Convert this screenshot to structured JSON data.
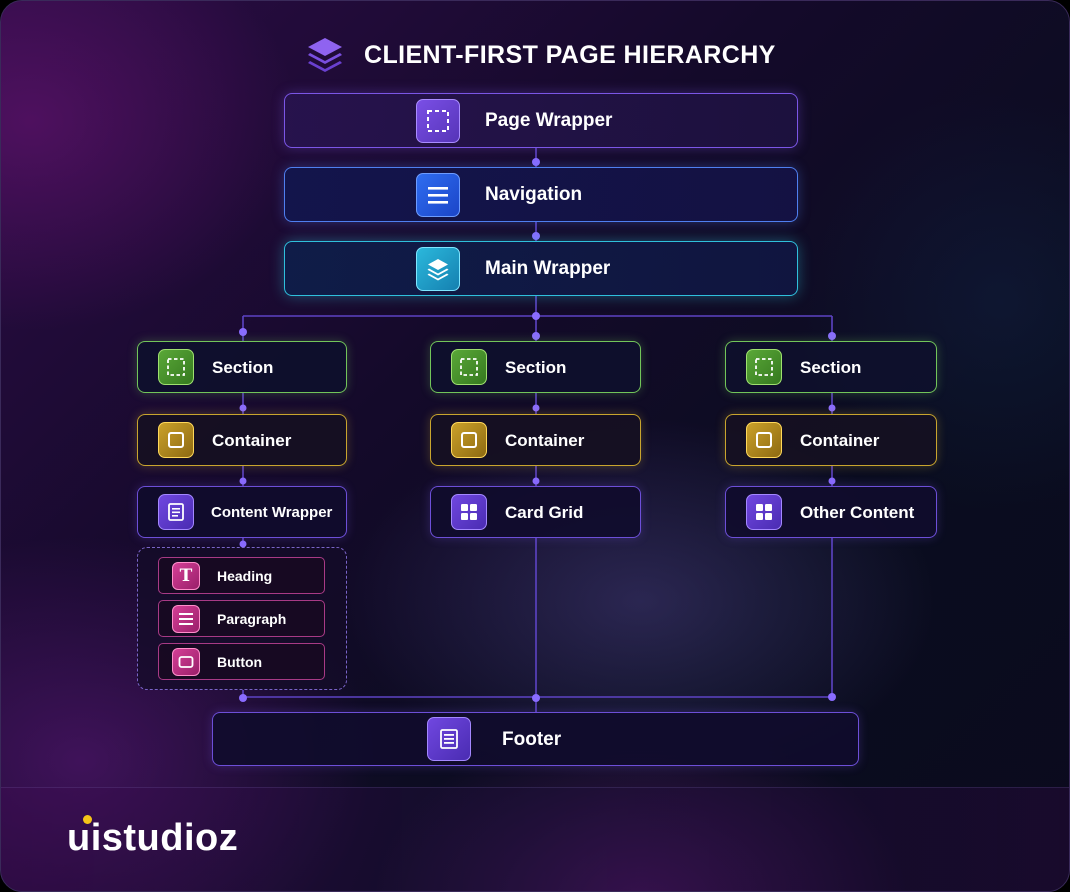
{
  "title": "CLIENT-FIRST PAGE HIERARCHY",
  "nodes": {
    "page_wrapper": "Page Wrapper",
    "navigation": "Navigation",
    "main_wrapper": "Main Wrapper",
    "section": "Section",
    "container": "Container",
    "content_wrapper": "Content Wrapper",
    "card_grid": "Card Grid",
    "other_content": "Other Content",
    "heading": "Heading",
    "paragraph": "Paragraph",
    "button": "Button",
    "footer": "Footer"
  },
  "brand": {
    "logo_text": "uistudioz",
    "accent_color": "#f5c518"
  },
  "colors": {
    "connector": "#6a4fd0",
    "node_dot": "#8a6cff"
  }
}
